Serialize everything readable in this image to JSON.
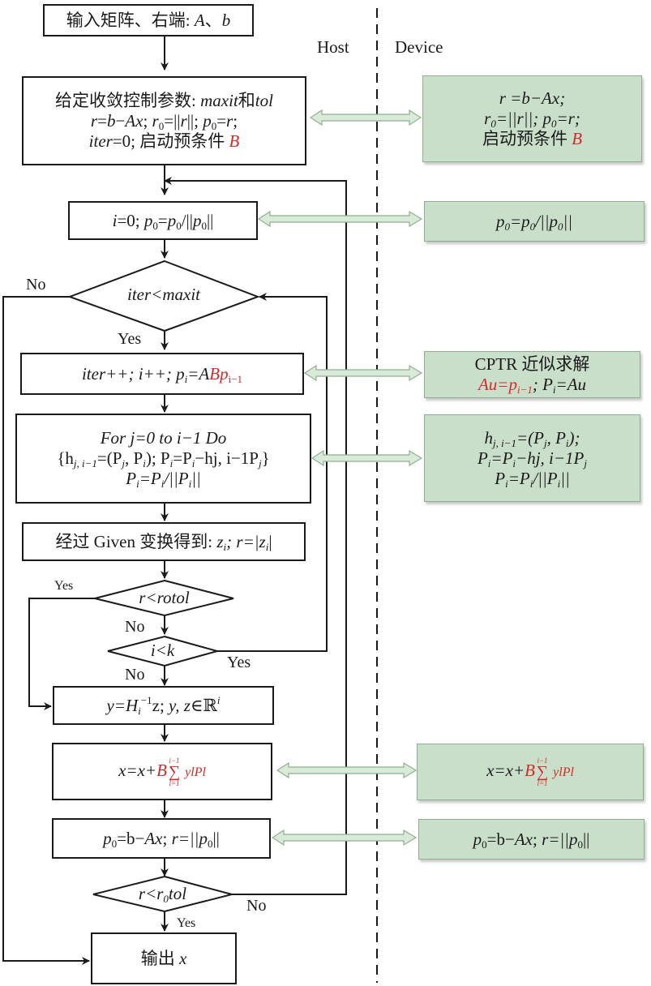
{
  "columns": {
    "host": "Host",
    "device": "Device"
  },
  "host": {
    "input": {
      "cn": "输入矩阵、右端: ",
      "A": "A",
      "sep": "、",
      "b": "b"
    },
    "init": {
      "line1_cn": "给定收敛控制参数: ",
      "maxit": "maxit",
      "he": "和",
      "tol": "tol",
      "line2": {
        "r": "r",
        "eq1": "=",
        "b": "b",
        "minus": "−",
        "Ax": "Ax",
        "semi1": "; ",
        "r0": "r",
        "r0sub": "0",
        "eq2": "=||",
        "r2": "r",
        "norm": "||; ",
        "p0": "p",
        "p0sub": "0",
        "eq3": "=",
        "r3": "r",
        "end": ";"
      },
      "line3": {
        "iter": "iter",
        "eq": "=0; ",
        "cn": "启动预条件 ",
        "B": "B"
      }
    },
    "normalize": {
      "i": "i",
      "eq0": "=0; ",
      "p": "p",
      "sub0": "0",
      "eq": "=",
      "div": "/||",
      "close": "||"
    },
    "cond_iter": {
      "text": "iter<maxit"
    },
    "arnoldi_step": {
      "text": "iter++; i++; p",
      "sub_i": "i",
      "eq": "=A",
      "Bp": "Bp",
      "sub_im1": "i−1"
    },
    "gram_schmidt": {
      "line1": "For j=0 to i−1 Do",
      "line2": {
        "open": "{h",
        "sub_h": "j, i−1",
        "eq": "=(P",
        "sub_j": "j",
        "comma": ", P",
        "sub_i": "i",
        "mid": "); P",
        "sub_i2": "i",
        "eq2": "=P",
        "sub_i3": "i",
        "minus": "−hj, i−1P",
        "sub_j2": "j",
        "close": "}"
      },
      "line3": {
        "P": "P",
        "sub_i": "i",
        "eq": "=P",
        "sub_i2": "i",
        "div": "/||P",
        "sub_i3": "i",
        "close": "||"
      }
    },
    "givens": {
      "cn": "经过 Given 变换得到: ",
      "z": "z",
      "sub_i": "i",
      "r": "; r=|z",
      "sub_i2": "i",
      "close": "|"
    },
    "cond_rtol": {
      "text": "r<rotol"
    },
    "cond_ik": {
      "text": "i<k"
    },
    "solve_y": {
      "y": "y=H",
      "sub_i": "i",
      "sup": "−1",
      "z": "z; ",
      "yz": "y, z",
      "in": "∈ℝ",
      "sup_i": "i"
    },
    "update_x": {
      "lhs": "x=x+",
      "B": "B",
      "sum_top": "i−1",
      "sum_sym": "∑",
      "sum_bot": "l=1",
      "term": " ylPl"
    },
    "residual": {
      "p": "p",
      "sub0": "0",
      "eq": "=b−",
      "Ax": "Ax",
      "semi": "; ",
      "r": "r=||p",
      "sub0b": "0",
      "close": "||"
    },
    "cond_final": {
      "r": "r<r",
      "sub0": "0",
      "tol": "tol"
    },
    "output": {
      "cn": "输出 ",
      "x": "x"
    }
  },
  "device": {
    "init": {
      "line1": "r =b−Ax;",
      "line2": {
        "r0": "r",
        "sub0": "0",
        "mid": "=||r||; p",
        "sub0b": "0",
        "end": "=r;"
      },
      "line3_cn": "启动预条件 ",
      "B": "B"
    },
    "normalize": {
      "p": "p",
      "sub0": "0",
      "eq": "=p",
      "sub0b": "0",
      "div": "/||p",
      "sub0c": "0",
      "close": "||"
    },
    "cptr": {
      "line1": "CPTR 近似求解",
      "Au": "Au=p",
      "sub_im1": "i−1",
      "semi": "; P",
      "sub_i": "i",
      "end": "=Au"
    },
    "gram_schmidt": {
      "line1": {
        "h": "h",
        "sub_h": "j, i−1",
        "eq": "=(P",
        "sub_j": "j",
        "comma": ", P",
        "sub_i": "i",
        "end": ");"
      },
      "line2": {
        "P": "P",
        "sub_i": "i",
        "eq": "=P",
        "sub_i2": "i",
        "minus": "−hj, i−1P",
        "sub_j": "j"
      },
      "line3": {
        "P": "P",
        "sub_i": "i",
        "eq": "=P",
        "sub_i2": "i",
        "div": "/||P",
        "sub_i3": "i",
        "close": "||"
      }
    },
    "update_x": {
      "lhs": "x=x+",
      "B": "B",
      "sum_top": "i−1",
      "sum_sym": "∑",
      "sum_bot": "l=1",
      "term": " ylPl"
    },
    "residual": {
      "p": "p",
      "sub0": "0",
      "eq": "=b−",
      "Ax": "Ax",
      "semi": "; ",
      "r": "r=||p",
      "sub0b": "0",
      "close": "||"
    }
  },
  "labels": {
    "no_iter": "No",
    "yes_iter": "Yes",
    "yes_rtol": "Yes",
    "no_rtol": "No",
    "yes_ik": "Yes",
    "no_ik": "No",
    "no_final": "No",
    "yes_final": "Yes"
  },
  "colors": {
    "accent_red": "#d42a2a",
    "device_fill": "#c9dfc9",
    "device_border": "#8fb08f",
    "arrow_green": "#8fb08f"
  }
}
